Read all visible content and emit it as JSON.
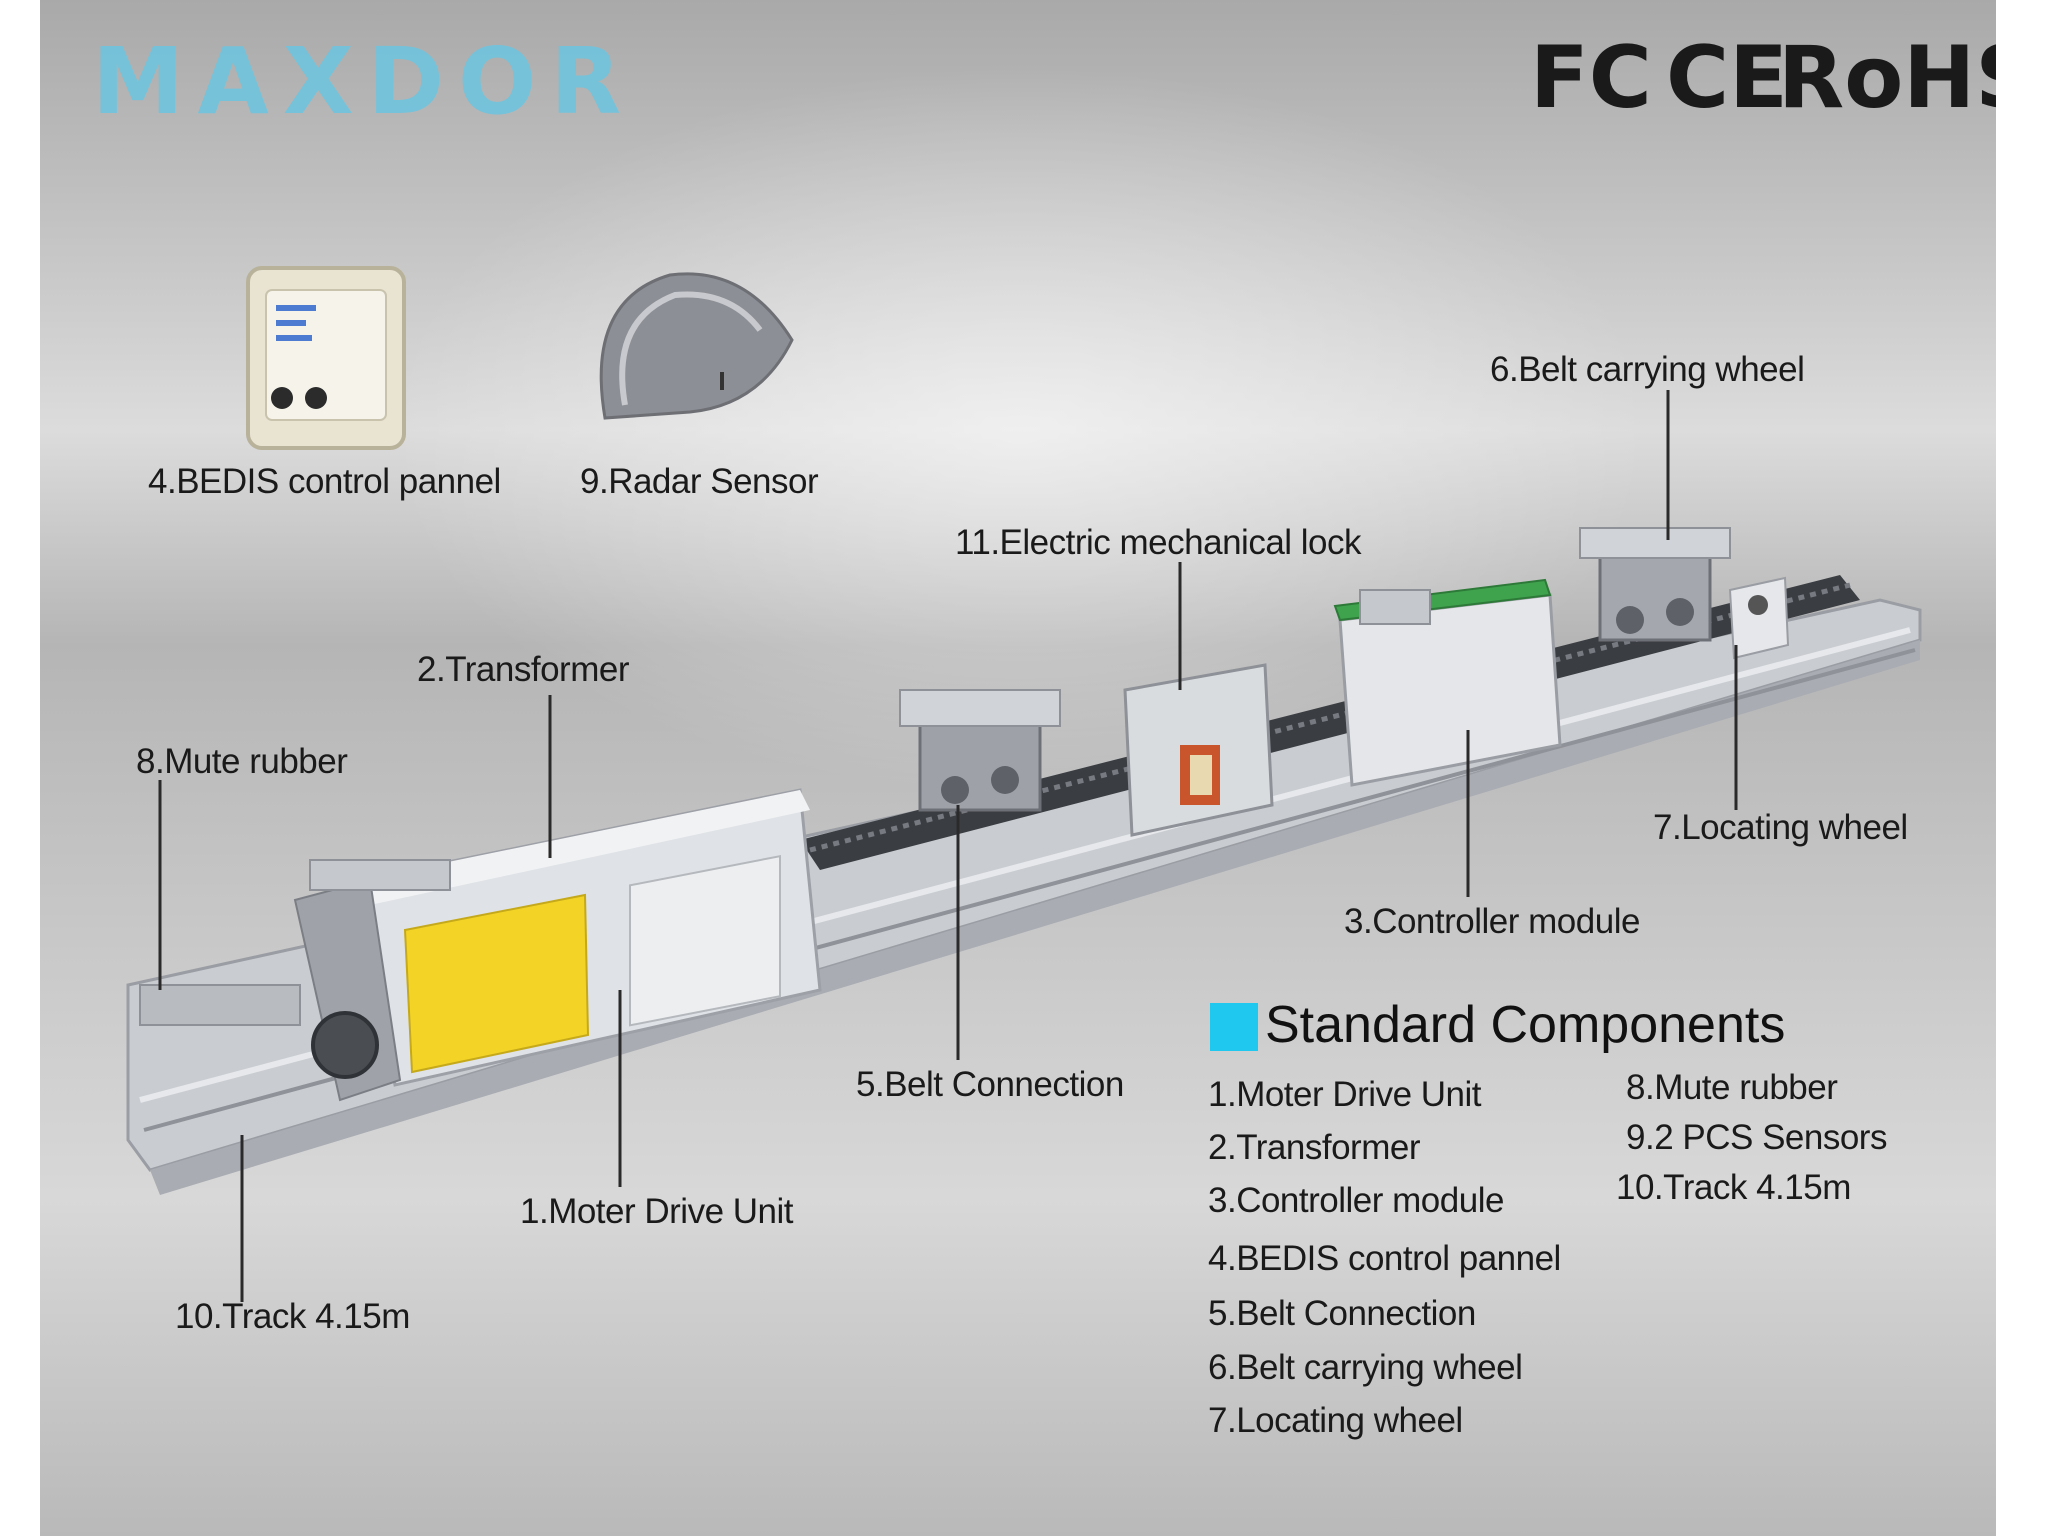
{
  "logo": {
    "text": "MAXDOR"
  },
  "certifications": [
    "FC",
    "CE",
    "RoHS"
  ],
  "accessory_labels": {
    "control_panel": "4.BEDIS control pannel",
    "radar_sensor": "9.Radar Sensor"
  },
  "callouts": {
    "belt_carrying_wheel": "6.Belt carrying wheel",
    "electric_lock": "11.Electric mechanical lock",
    "transformer": "2.Transformer",
    "mute_rubber": "8.Mute rubber",
    "locating_wheel": "7.Locating wheel",
    "controller_module": "3.Controller module",
    "belt_connection": "5.Belt Connection",
    "motor_drive_unit": "1.Moter Drive Unit",
    "track": "10.Track 4.15m"
  },
  "standard_components": {
    "title": "Standard Components",
    "left_column": [
      "1.Moter Drive Unit",
      "2.Transformer",
      "3.Controller module",
      "4.BEDIS control pannel",
      "5.Belt Connection",
      "6.Belt carrying wheel",
      "7.Locating wheel"
    ],
    "right_column": [
      "8.Mute rubber",
      "9.2 PCS Sensors",
      "10.Track 4.15m"
    ]
  },
  "colors": {
    "logo": "#6fc4de",
    "swatch": "#1ec8ef",
    "label_warning": "#f2d326"
  }
}
